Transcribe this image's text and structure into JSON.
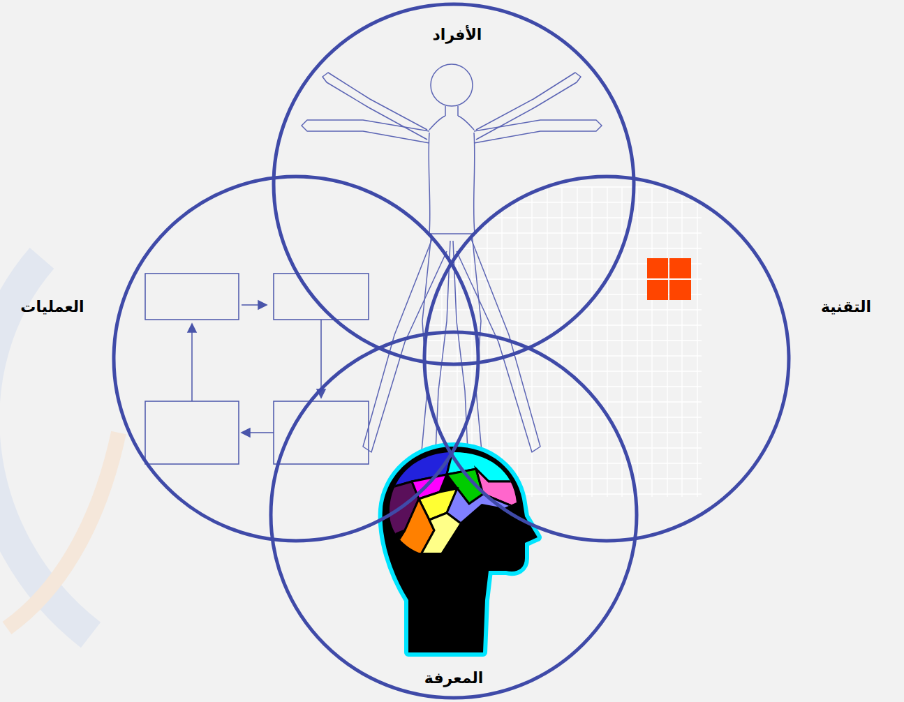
{
  "diagram": {
    "nodes": [
      {
        "text": [
          "الأفراد"
        ]
      },
      {
        "text": [
          "التقنية"
        ]
      },
      {
        "text": [
          "العمليات"
        ]
      },
      {
        "text": [
          "المعرفة"
        ]
      }
    ]
  }
}
